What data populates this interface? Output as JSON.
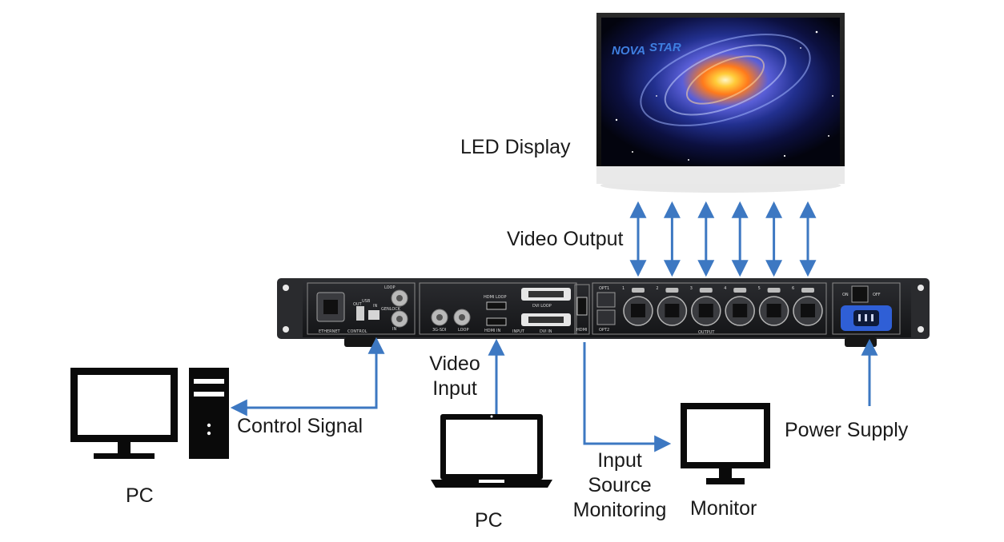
{
  "labels": {
    "led_display": "LED Display",
    "video_output": "Video Output",
    "video_input_line1": "Video",
    "video_input_line2": "Input",
    "control_signal": "Control Signal",
    "power_supply": "Power Supply",
    "input_monitoring_line1": "Input",
    "input_monitoring_line2": "Source",
    "input_monitoring_line3": "Monitoring",
    "pc_left": "PC",
    "pc_laptop": "PC",
    "monitor": "Monitor"
  },
  "display": {
    "logo_part1": "NOVA",
    "logo_part2": "STAR"
  },
  "device_panel": {
    "ethernet": "ETHERNET",
    "control": "CONTROL",
    "usb": "USB",
    "out": "OUT",
    "in": "IN",
    "loop": "LOOP",
    "genlock": "GENLOCK",
    "sdi_loop": "LOOP",
    "sdi_in": "3G-SDI",
    "hdmi_loop": "HDMI LOOP",
    "hdmi_in": "HDMI IN",
    "dvi_loop": "DVI LOOP",
    "dvi_in": "DVI IN",
    "input": "INPUT",
    "hdmi_monitor": "HDMI",
    "opt1": "OPT1",
    "opt2": "OPT2",
    "output": "OUTPUT",
    "port_numbers": [
      "1",
      "2",
      "3",
      "4",
      "5",
      "6"
    ],
    "switch_on": "ON",
    "switch_off": "OFF"
  },
  "colors": {
    "arrow": "#3d78c2",
    "icon": "#0a0a0a",
    "chassis": "#1b1c1e",
    "text": "#1a1a1a"
  }
}
